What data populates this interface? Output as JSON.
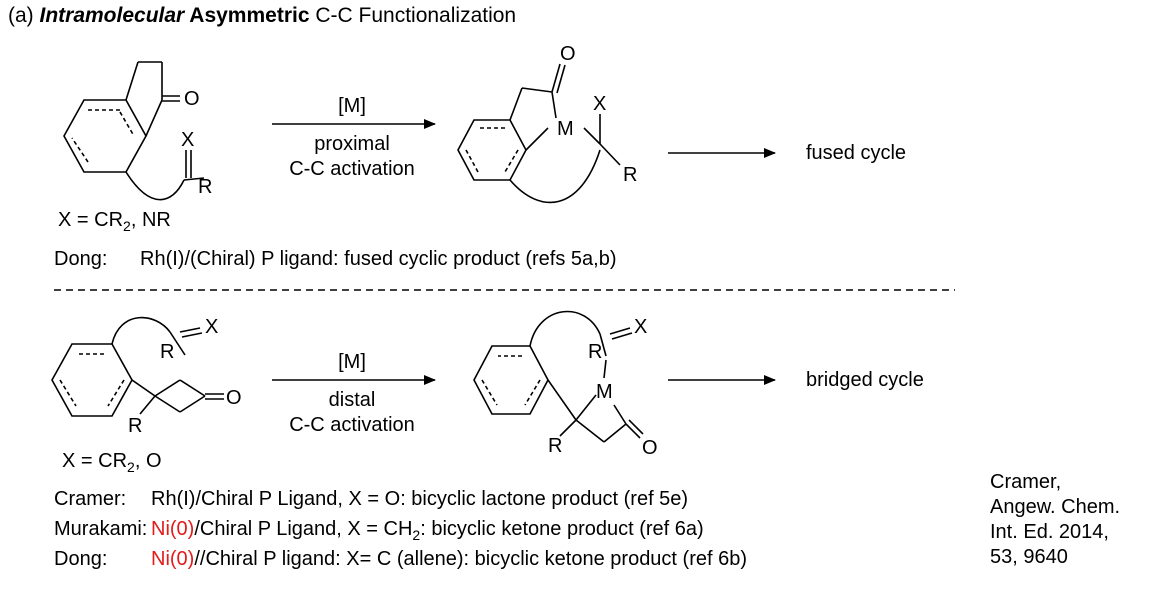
{
  "title": {
    "prefix": "(a) ",
    "italic_bold": "Intramolecular",
    "bold": " Asymmetric",
    "rest": " C-C Functionalization"
  },
  "top_scheme": {
    "reagent": "[M]",
    "condition_line1": "proximal",
    "condition_line2": "C-C activation",
    "product_label": "fused cycle",
    "x_definition": "X = CR",
    "x_definition_sub": "2",
    "x_definition_tail": ", NR",
    "atoms": {
      "o": "O",
      "x": "X",
      "r": "R",
      "m": "M"
    }
  },
  "top_reference": {
    "author": "Dong:",
    "text": "Rh(I)/(Chiral) P ligand: fused cyclic product (refs 5a,b)"
  },
  "bottom_scheme": {
    "reagent": "[M]",
    "condition_line1": "distal",
    "condition_line2": "C-C activation",
    "product_label": "bridged cycle",
    "x_definition": "X = CR",
    "x_definition_sub": "2",
    "x_definition_tail": ", O",
    "atoms": {
      "o": "O",
      "x": "X",
      "r": "R",
      "m": "M"
    }
  },
  "bottom_references": [
    {
      "author": "Cramer:",
      "metal": "",
      "text": "Rh(I)/Chiral P Ligand, X = O: bicyclic lactone product (ref 5e)"
    },
    {
      "author": "Murakami:",
      "metal": "Ni(0)",
      "text": "/Chiral P Ligand, X = CH",
      "sub": "2",
      "tail": ": bicyclic ketone product (ref 6a)"
    },
    {
      "author": "Dong:",
      "metal": "Ni(0)",
      "text": "//Chiral P ligand: X= C (allene): bicyclic ketone product (ref 6b)"
    }
  ],
  "citation": [
    "Cramer,",
    "Angew. Chem.",
    "Int. Ed. 2014,",
    "53, 9640"
  ],
  "colors": {
    "highlight": "#e21b1b",
    "ink": "#000000"
  }
}
